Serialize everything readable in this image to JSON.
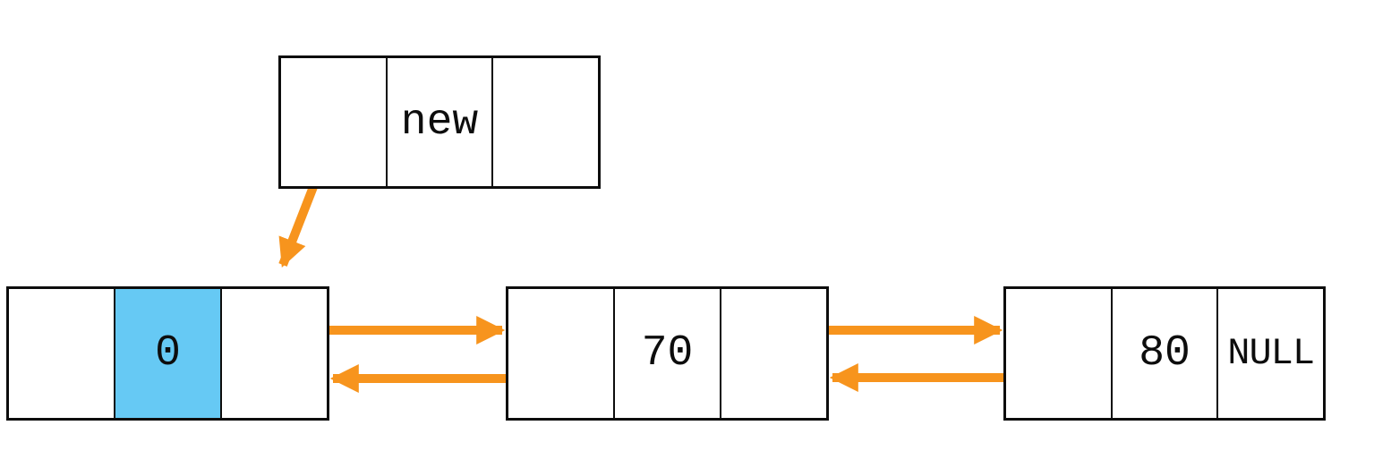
{
  "colors": {
    "arrow": "#f7941d",
    "highlight": "#66c9f4",
    "border": "#0d0d0d",
    "background": "#ffffff"
  },
  "new_node": {
    "prev_label": "",
    "data_label": "new",
    "next_label": ""
  },
  "list_nodes": [
    {
      "prev_label": "",
      "data_label": "0",
      "next_label": ""
    },
    {
      "prev_label": "",
      "data_label": "70",
      "next_label": ""
    },
    {
      "prev_label": "",
      "data_label": "80",
      "next_label": "NULL"
    }
  ]
}
